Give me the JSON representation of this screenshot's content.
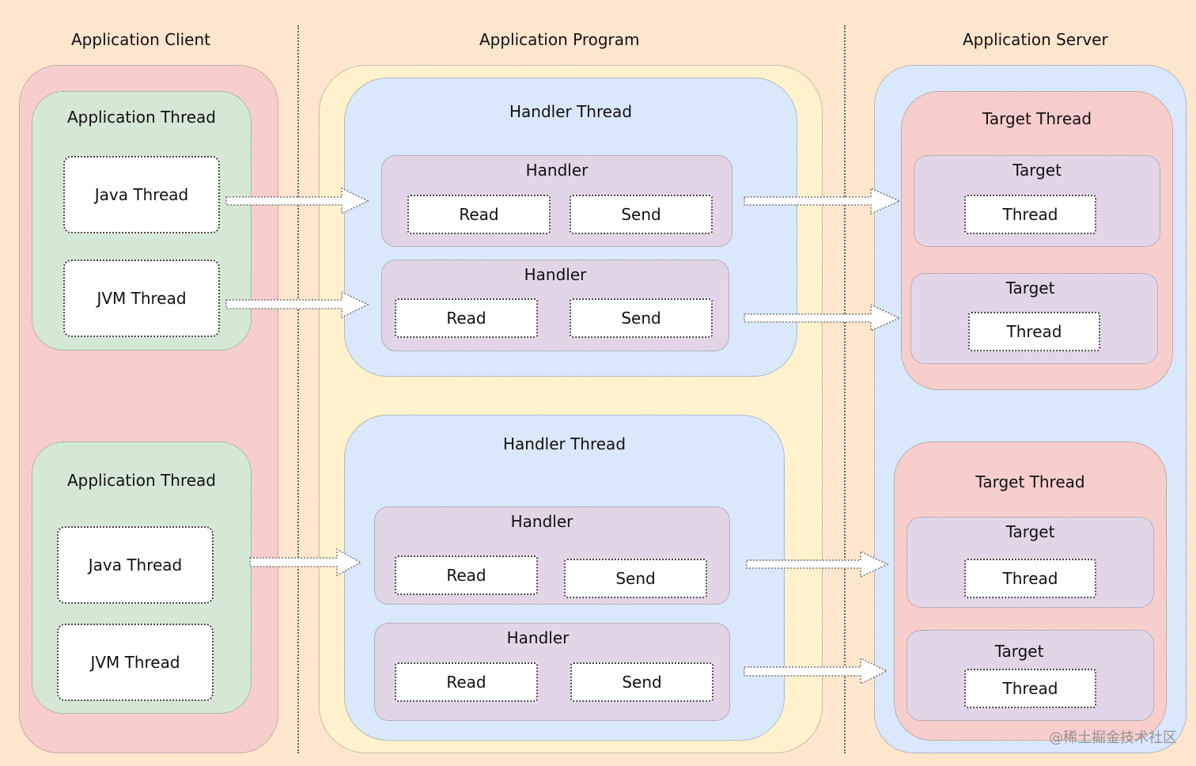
{
  "columns": {
    "client": "Application Client",
    "program": "Application Program",
    "server": "Application Server"
  },
  "client": {
    "groups": [
      {
        "title": "Application Thread",
        "items": [
          "Java Thread",
          "JVM Thread"
        ]
      },
      {
        "title": "Application Thread",
        "items": [
          "Java Thread",
          "JVM Thread"
        ]
      }
    ]
  },
  "program": {
    "handler_threads": [
      {
        "title": "Handler Thread",
        "handlers": [
          {
            "title": "Handler",
            "read": "Read",
            "send": "Send"
          },
          {
            "title": "Handler",
            "read": "Read",
            "send": "Send"
          }
        ]
      },
      {
        "title": "Handler Thread",
        "handlers": [
          {
            "title": "Handler",
            "read": "Read",
            "send": "Send"
          },
          {
            "title": "Handler",
            "read": "Read",
            "send": "Send"
          }
        ]
      }
    ]
  },
  "server": {
    "target_threads": [
      {
        "title": "Target Thread",
        "targets": [
          {
            "title": "Target",
            "thread": "Thread"
          },
          {
            "title": "Target",
            "thread": "Thread"
          }
        ]
      },
      {
        "title": "Target Thread",
        "targets": [
          {
            "title": "Target",
            "thread": "Thread"
          },
          {
            "title": "Target",
            "thread": "Thread"
          }
        ]
      }
    ]
  },
  "watermark": "@稀土掘金技术社区",
  "colors": {
    "background": "#ffe6cc",
    "client_region": "#f8cecc",
    "application_thread": "#d5e8d4",
    "program_region": "#fff2cc",
    "handler_thread": "#dae8fc",
    "handler": "#e1d5e7",
    "server_region": "#dae8fc",
    "target_thread": "#f8cecc",
    "target": "#e1d5e7"
  }
}
